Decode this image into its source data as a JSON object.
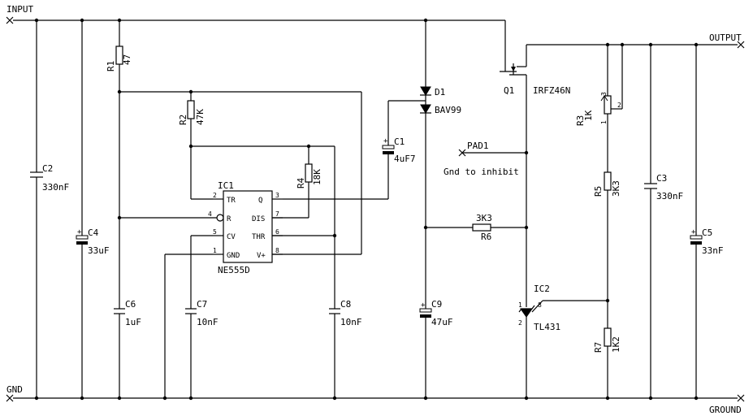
{
  "ports": {
    "input": "INPUT",
    "gnd": "GND",
    "output": "OUTPUT",
    "ground": "GROUND"
  },
  "components": {
    "r1": {
      "ref": "R1",
      "value": "47"
    },
    "r2": {
      "ref": "R2",
      "value": "47K"
    },
    "r4": {
      "ref": "R4",
      "value": "18K"
    },
    "r6": {
      "ref": "R6",
      "value": "3K3"
    },
    "r3": {
      "ref": "R3",
      "value": "1K"
    },
    "r5": {
      "ref": "R5",
      "value": "3K3"
    },
    "r7": {
      "ref": "R7",
      "value": "1K2"
    },
    "c1": {
      "ref": "C1",
      "value": "4uF7"
    },
    "c2": {
      "ref": "C2",
      "value": "330nF"
    },
    "c3": {
      "ref": "C3",
      "value": "330nF"
    },
    "c4": {
      "ref": "C4",
      "value": "33uF"
    },
    "c5": {
      "ref": "C5",
      "value": "33nF"
    },
    "c6": {
      "ref": "C6",
      "value": "1uF"
    },
    "c7": {
      "ref": "C7",
      "value": "10nF"
    },
    "c8": {
      "ref": "C8",
      "value": "10nF"
    },
    "c9": {
      "ref": "C9",
      "value": "47uF"
    },
    "d1": {
      "ref": "D1",
      "value": "BAV99"
    },
    "q1": {
      "ref": "Q1",
      "value": "IRFZ46N"
    },
    "ic1": {
      "ref": "IC1",
      "value": "NE555D"
    },
    "ic2": {
      "ref": "IC2",
      "value": "TL431"
    }
  },
  "ic1_pins": {
    "tr": "TR",
    "r": "R",
    "cv": "CV",
    "gnd": "GND",
    "q": "Q",
    "dis": "DIS",
    "thr": "THR",
    "vplus": "V+",
    "n2": "2",
    "n4": "4",
    "n5": "5",
    "n1": "1",
    "n3": "3",
    "n7": "7",
    "n6": "6",
    "n8": "8"
  },
  "ic2_pins": {
    "n1": "1",
    "n2": "2",
    "n8": "8"
  },
  "r3_pins": {
    "n1": "1",
    "n2": "2",
    "n3": "3"
  },
  "pad": {
    "name": "PAD1",
    "note": "Gnd to inhibit"
  }
}
